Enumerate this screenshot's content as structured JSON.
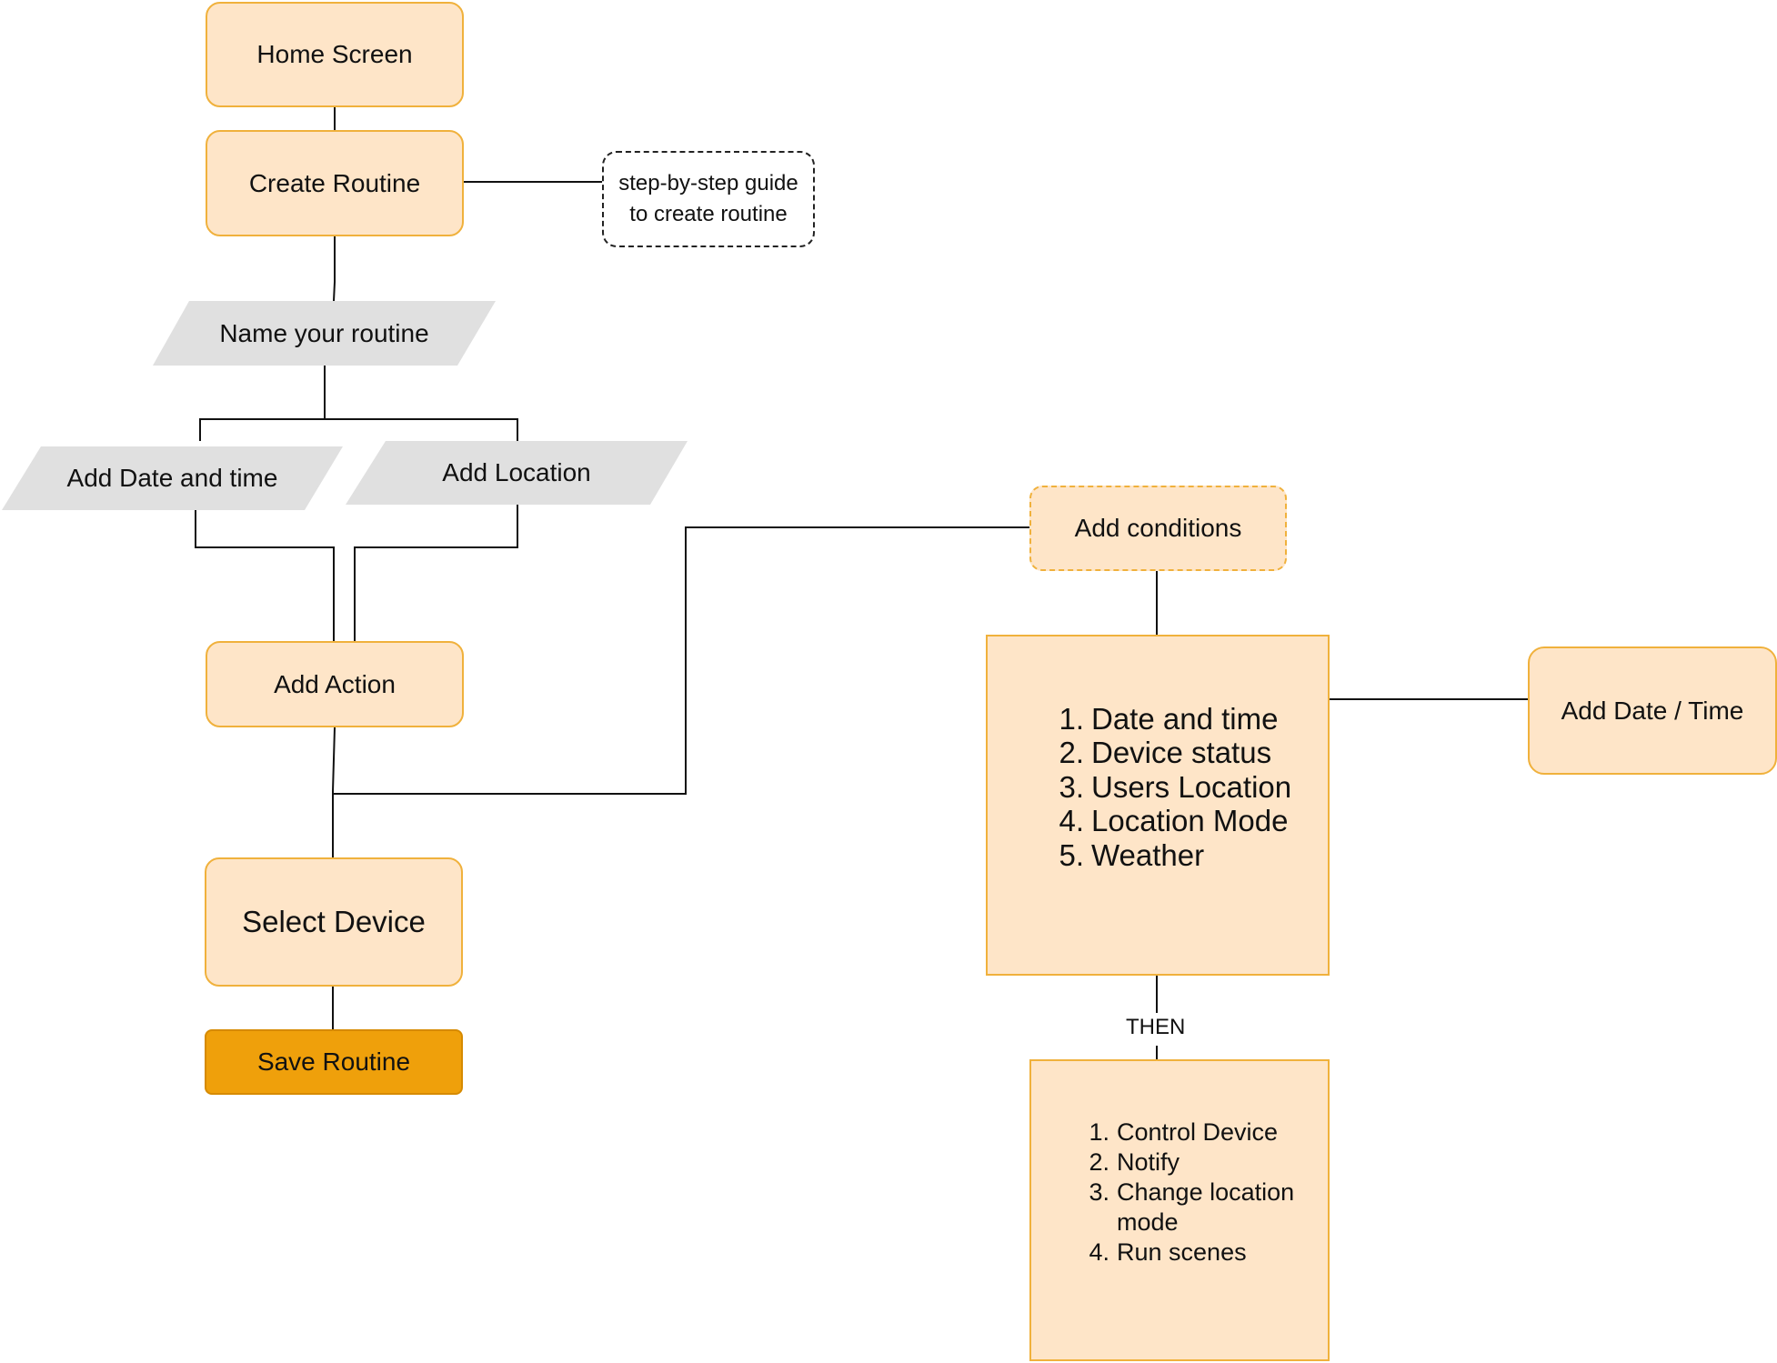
{
  "diagram": {
    "nodes": {
      "home_screen": "Home Screen",
      "create_routine": "Create Routine",
      "guide_note": [
        "step-by-step guide",
        "to create routine"
      ],
      "name_routine": "Name your routine",
      "add_date_time": "Add Date and time",
      "add_location": "Add Location",
      "add_action": "Add Action",
      "select_device": "Select Device",
      "save_routine": "Save Routine",
      "add_conditions": "Add conditions",
      "add_date_time_right": "Add Date / Time"
    },
    "conditions_list": [
      {
        "n": "1.",
        "text": "Date and time"
      },
      {
        "n": "2.",
        "text": "Device status"
      },
      {
        "n": "3.",
        "text": "Users Location"
      },
      {
        "n": "4.",
        "text": "Location Mode"
      },
      {
        "n": "5.",
        "text": "Weather"
      }
    ],
    "actions_list": [
      {
        "n": "1.",
        "text": "Control Device"
      },
      {
        "n": "2.",
        "text": "Notify"
      },
      {
        "n": "3.",
        "text": "Change location",
        "cont": "mode"
      },
      {
        "n": "4.",
        "text": "Run scenes"
      }
    ],
    "edge_labels": {
      "then": "THEN"
    },
    "colors": {
      "box_fill": "#fee5c8",
      "box_border": "#f0b13c",
      "save_fill": "#efa00b",
      "parallelogram_fill": "#e0e0e0",
      "connector": "#111111"
    }
  }
}
